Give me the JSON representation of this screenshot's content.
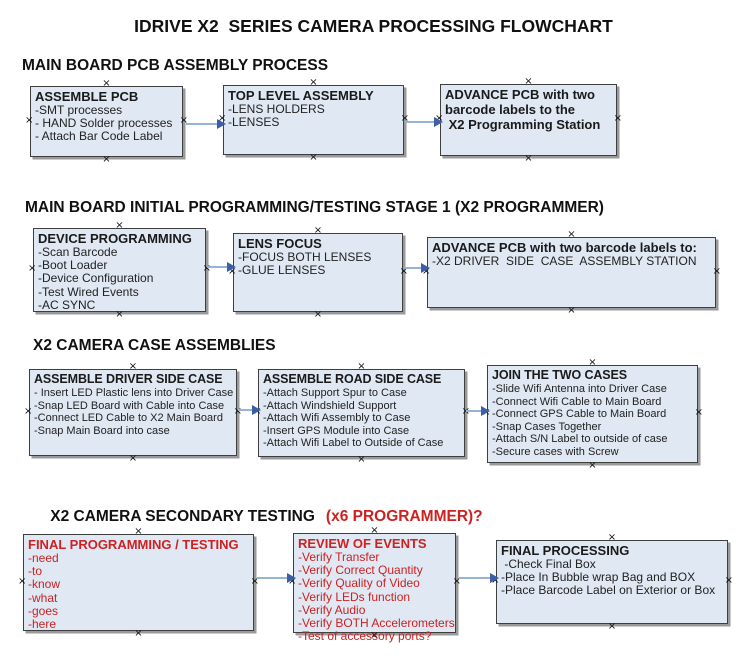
{
  "title": "IDRIVE X2  SERIES CAMERA PROCESSING FLOWCHART",
  "colors": {
    "box_fill": "#dfe8f3",
    "box_border": "#3f3f3f",
    "box_shadow": "#9a9a9a",
    "arrow_line": "#95b3d7",
    "arrow_head": "#3c5fa7",
    "accent_red": "#cc2222"
  },
  "sections": [
    {
      "header": "MAIN BOARD PCB ASSEMBLY PROCESS",
      "boxes": [
        {
          "title": "ASSEMBLE PCB",
          "items": [
            "-SMT processes",
            "- HAND Solder processes",
            "- Attach Bar Code Label"
          ]
        },
        {
          "title": "TOP LEVEL ASSEMBLY",
          "items": [
            "-LENS HOLDERS",
            "-LENSES"
          ]
        },
        {
          "title": "ADVANCE PCB with two\nbarcode labels to the\n X2 Programming Station",
          "items": []
        }
      ]
    },
    {
      "header": "MAIN BOARD INITIAL PROGRAMMING/TESTING STAGE 1 (X2 PROGRAMMER)",
      "boxes": [
        {
          "title": "DEVICE PROGRAMMING",
          "items": [
            "-Scan Barcode",
            "-Boot Loader",
            "-Device Configuration",
            "-Test Wired Events",
            "-AC SYNC"
          ]
        },
        {
          "title": "LENS FOCUS",
          "items": [
            "-FOCUS BOTH LENSES",
            "-GLUE LENSES"
          ]
        },
        {
          "title": "ADVANCE PCB with two barcode labels to:",
          "items": [
            "-X2 DRIVER  SIDE  CASE  ASSEMBLY STATION"
          ]
        }
      ]
    },
    {
      "header": "X2 CAMERA CASE ASSEMBLIES",
      "boxes": [
        {
          "title": "ASSEMBLE DRIVER SIDE CASE",
          "items": [
            "- Insert LED Plastic lens into Driver Case",
            "-Snap LED Board with Cable into Case",
            "-Connect LED Cable to X2 Main Board",
            "-Snap Main Board into case"
          ]
        },
        {
          "title": "ASSEMBLE ROAD SIDE CASE",
          "items": [
            "-Attach Support Spur to Case",
            "-Attach Windshield Support",
            "-Attach Wifi Assembly to Case",
            "-Insert GPS Module into Case",
            "-Attach Wifi Label to Outside of Case"
          ]
        },
        {
          "title": "JOIN THE TWO CASES",
          "items": [
            "-Slide Wifi Antenna into Driver Case",
            "-Connect Wifi Cable to Main Board",
            "-Connect GPS Cable to Main Board",
            "-Snap Cases Together",
            "-Attach S/N Label to outside of case",
            "-Secure cases with Screw"
          ]
        }
      ]
    },
    {
      "header_black": "X2 CAMERA SECONDARY TESTING",
      "header_red": "(x6 PROGRAMMER)?",
      "boxes": [
        {
          "title": "FINAL PROGRAMMING / TESTING",
          "items": [
            "-need",
            "-to",
            "-know",
            "-what",
            "-goes",
            "-here"
          ]
        },
        {
          "title": "REVIEW OF EVENTS",
          "items": [
            "-Verify Transfer",
            "-Verify Correct Quantity",
            "-Verify Quality of Video",
            "-Verify LEDs function",
            "-Verify Audio",
            "-Verify BOTH Accelerometers",
            "-Test of accessory ports?"
          ]
        },
        {
          "title": "FINAL PROCESSING",
          "items": [
            " -Check Final Box",
            "-Place In Bubble wrap Bag and BOX",
            "-Place Barcode Label on Exterior or Box"
          ]
        }
      ]
    }
  ]
}
